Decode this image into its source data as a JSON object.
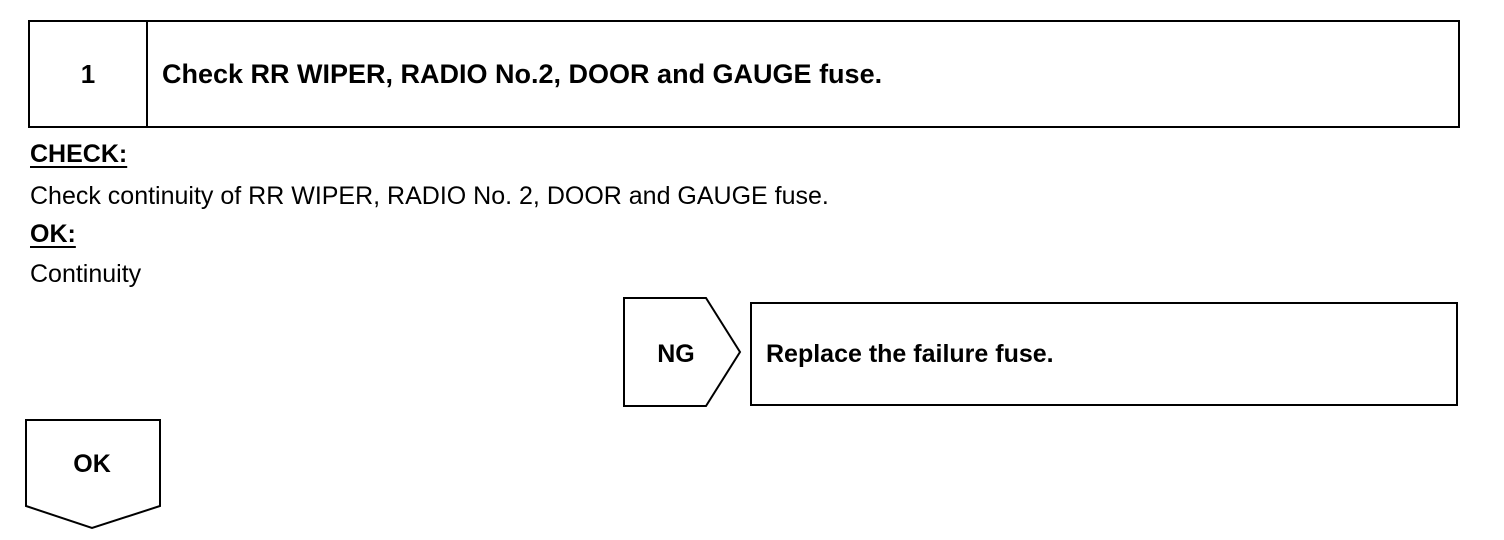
{
  "step": {
    "number": "1",
    "title": "Check RR WIPER, RADIO No.2, DOOR and GAUGE fuse."
  },
  "check": {
    "label": "CHECK:",
    "text": "Check continuity of RR WIPER, RADIO No. 2, DOOR and GAUGE fuse."
  },
  "ok_section": {
    "label": "OK:",
    "text": "Continuity"
  },
  "ng_branch": {
    "label": "NG",
    "action": "Replace the failure fuse."
  },
  "ok_branch": {
    "label": "OK"
  }
}
